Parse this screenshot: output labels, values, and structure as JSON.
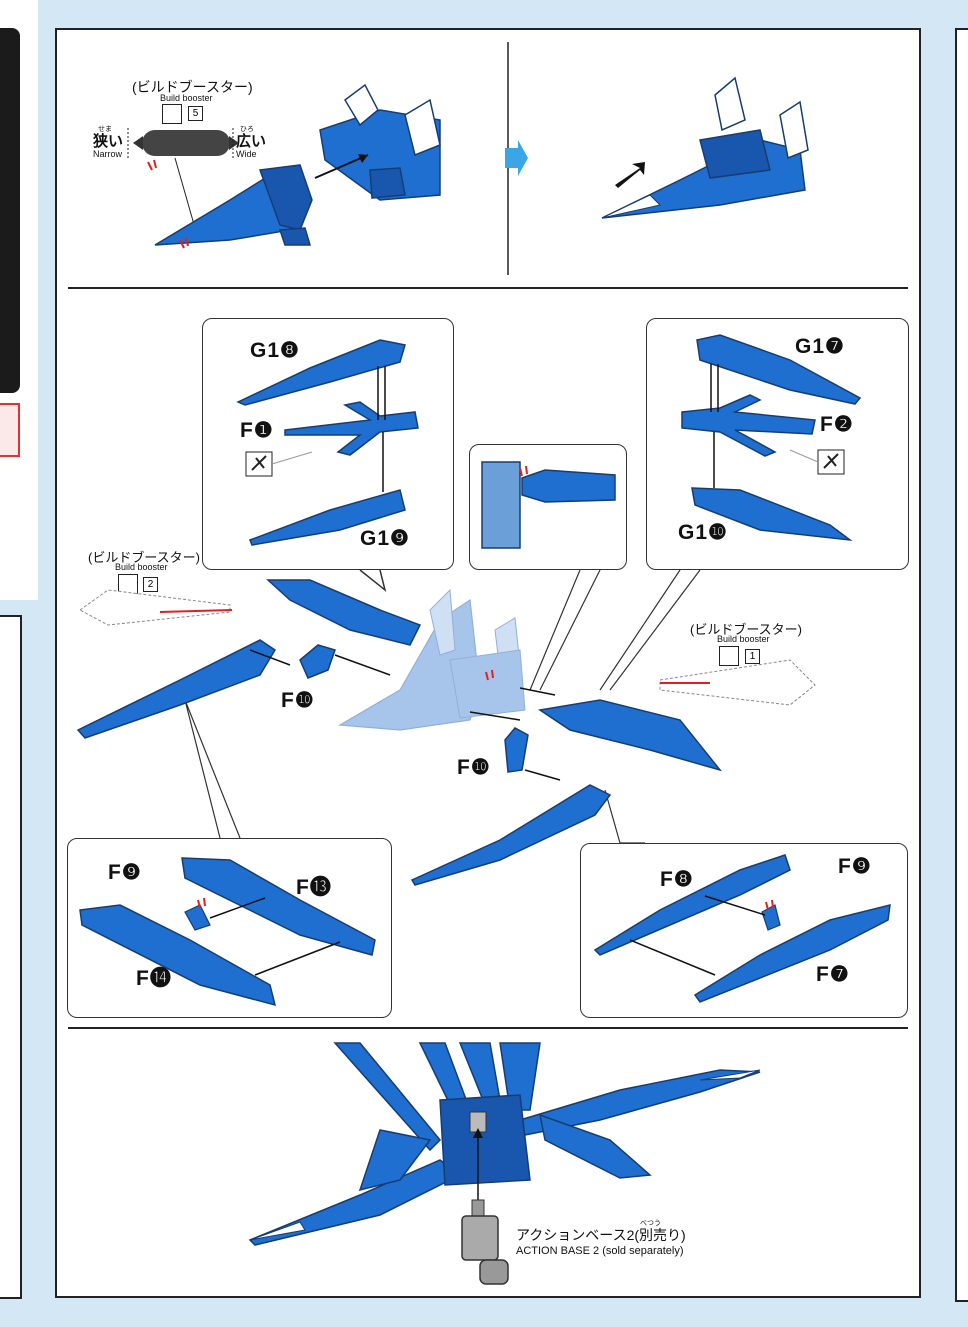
{
  "step_top": {
    "booster_jp": "(ビルドブースター)",
    "booster_en": "Build booster",
    "booster_num": "5",
    "narrow_ruby": "せま",
    "narrow_jp": "狭い",
    "narrow_en": "Narrow",
    "wide_ruby": "ひろ",
    "wide_jp": "広い",
    "wide_en": "Wide"
  },
  "step_middle": {
    "callout_left": {
      "top": "G1❽",
      "mid": "F❶",
      "bottom": "G1❾"
    },
    "callout_right": {
      "top": "G1❼",
      "mid": "F❷",
      "bottom": "G1❿"
    },
    "booster_left": {
      "jp": "(ビルドブースター)",
      "en": "Build booster",
      "num": "2"
    },
    "booster_right": {
      "jp": "(ビルドブースター)",
      "en": "Build booster",
      "num": "1"
    },
    "part_f10_a": "F❿",
    "part_f10_b": "F❿",
    "sub_left": {
      "a": "F❾",
      "b": "F⓭",
      "c": "F⓮"
    },
    "sub_right": {
      "a": "F❽",
      "b": "F❾",
      "c": "F❼"
    }
  },
  "step_bottom": {
    "base_ruby": "べつう",
    "base_jp": "アクションベース2(別売り)",
    "base_en": "ACTION BASE 2 (sold separately)"
  }
}
